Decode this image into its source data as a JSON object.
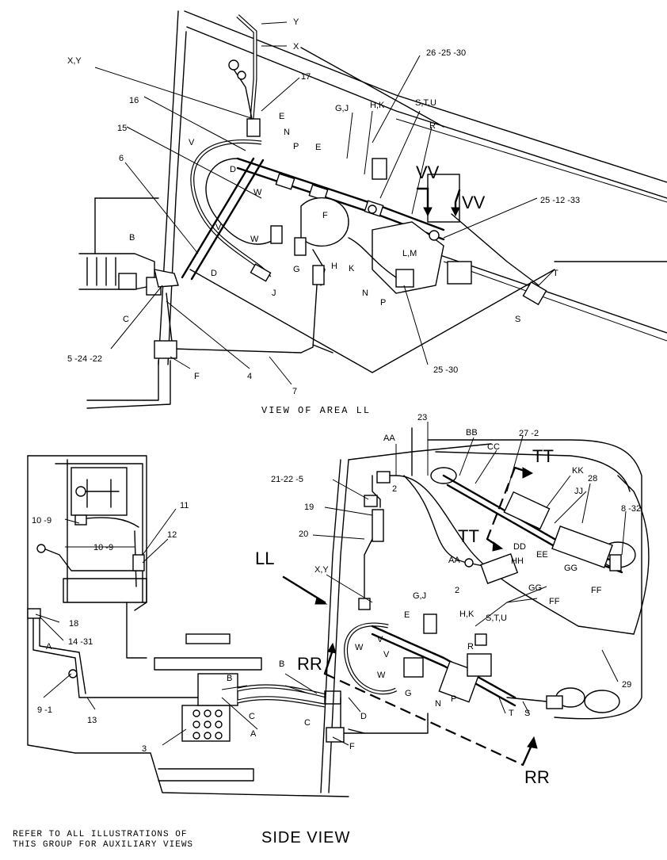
{
  "top_view": {
    "caption": "VIEW OF AREA LL",
    "labels": {
      "Y": "Y",
      "X": "X",
      "XY": "X,Y",
      "c17": "17",
      "c26": "26 -25 -30",
      "c16": "16",
      "c15": "15",
      "c6": "6",
      "GJ": "G,J",
      "HK": "H,K",
      "STU": "S,T,U",
      "E1": "E",
      "N1": "N",
      "V1": "V",
      "P1": "P",
      "E2": "E",
      "R": "R",
      "D1": "D",
      "W1": "W",
      "VV1": "VV",
      "VV2": "VV",
      "c251233": "25 -12 -33",
      "F": "F",
      "V2": "V",
      "W2": "W",
      "LM": "L,M",
      "B": "B",
      "G": "G",
      "H": "H",
      "K": "K",
      "T": "T",
      "D2": "D",
      "J": "J",
      "N2": "N",
      "P2": "P",
      "C": "C",
      "S": "S",
      "c52422": "5 -24 -22",
      "F2": "F",
      "c4": "4",
      "c7": "7",
      "c2530": "25 -30"
    }
  },
  "side_view": {
    "title": "SIDE VIEW",
    "note_line1": "REFER TO ALL ILLUSTRATIONS OF",
    "note_line2": "THIS GROUP FOR AUXILIARY VIEWS",
    "labels": {
      "c23": "23",
      "AA1": "AA",
      "BB": "BB",
      "c272": "27 -2",
      "CC": "CC",
      "TT1": "TT",
      "c21225": "21-22 -5",
      "c2a": "2",
      "KK": "KK",
      "c28": "28",
      "JJ": "JJ",
      "c19": "19",
      "c832": "8 -32",
      "TT2": "TT",
      "c20": "20",
      "DD": "DD",
      "EE": "EE",
      "GG1": "GG",
      "HH": "HH",
      "LL": "LL",
      "AA2": "AA",
      "FF1": "FF",
      "c2b": "2",
      "XY": "X,Y",
      "GG2": "GG",
      "FF2": "FF",
      "c109a": "10 -9",
      "c11": "11",
      "c109b": "10 -9",
      "c12": "12",
      "GJ": "G,J",
      "E": "E",
      "HK": "H,K",
      "STU": "S,T,U",
      "c18": "18",
      "c1431": "14 -31",
      "A1": "A",
      "W1": "W",
      "V1": "V",
      "V2": "V",
      "R": "R",
      "RR1": "RR",
      "W2": "W",
      "B1": "B",
      "B2": "B",
      "c91": "9 -1",
      "C1": "C",
      "C2": "C",
      "N": "N",
      "P": "P",
      "G": "G",
      "T": "T",
      "S": "S",
      "c29": "29",
      "A2": "A",
      "c13": "13",
      "D": "D",
      "F": "F",
      "c3": "3",
      "RR2": "RR"
    }
  }
}
